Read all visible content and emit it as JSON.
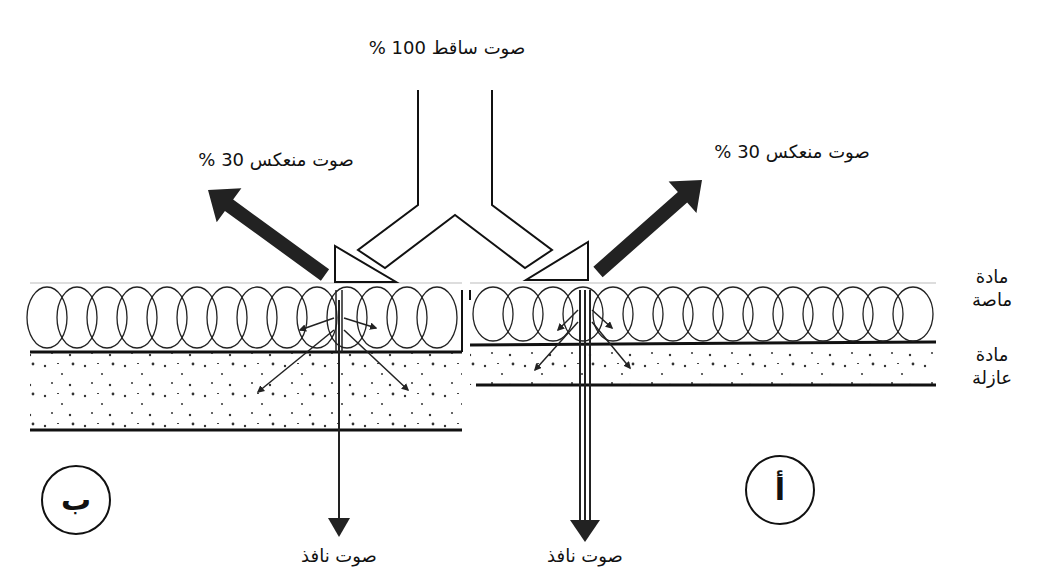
{
  "diagram": {
    "nodes": [
      {
        "text": [
          "أ"
        ]
      },
      {
        "text": [
          "ب"
        ]
      }
    ],
    "labels": [
      "صوت ساقط 100 %",
      "صوت منعكس 30 %",
      "صوت منعكس 30 %",
      "مادة ماصة",
      "مادة عازلة",
      "صوت نافذ",
      "صوت نافذ"
    ]
  }
}
